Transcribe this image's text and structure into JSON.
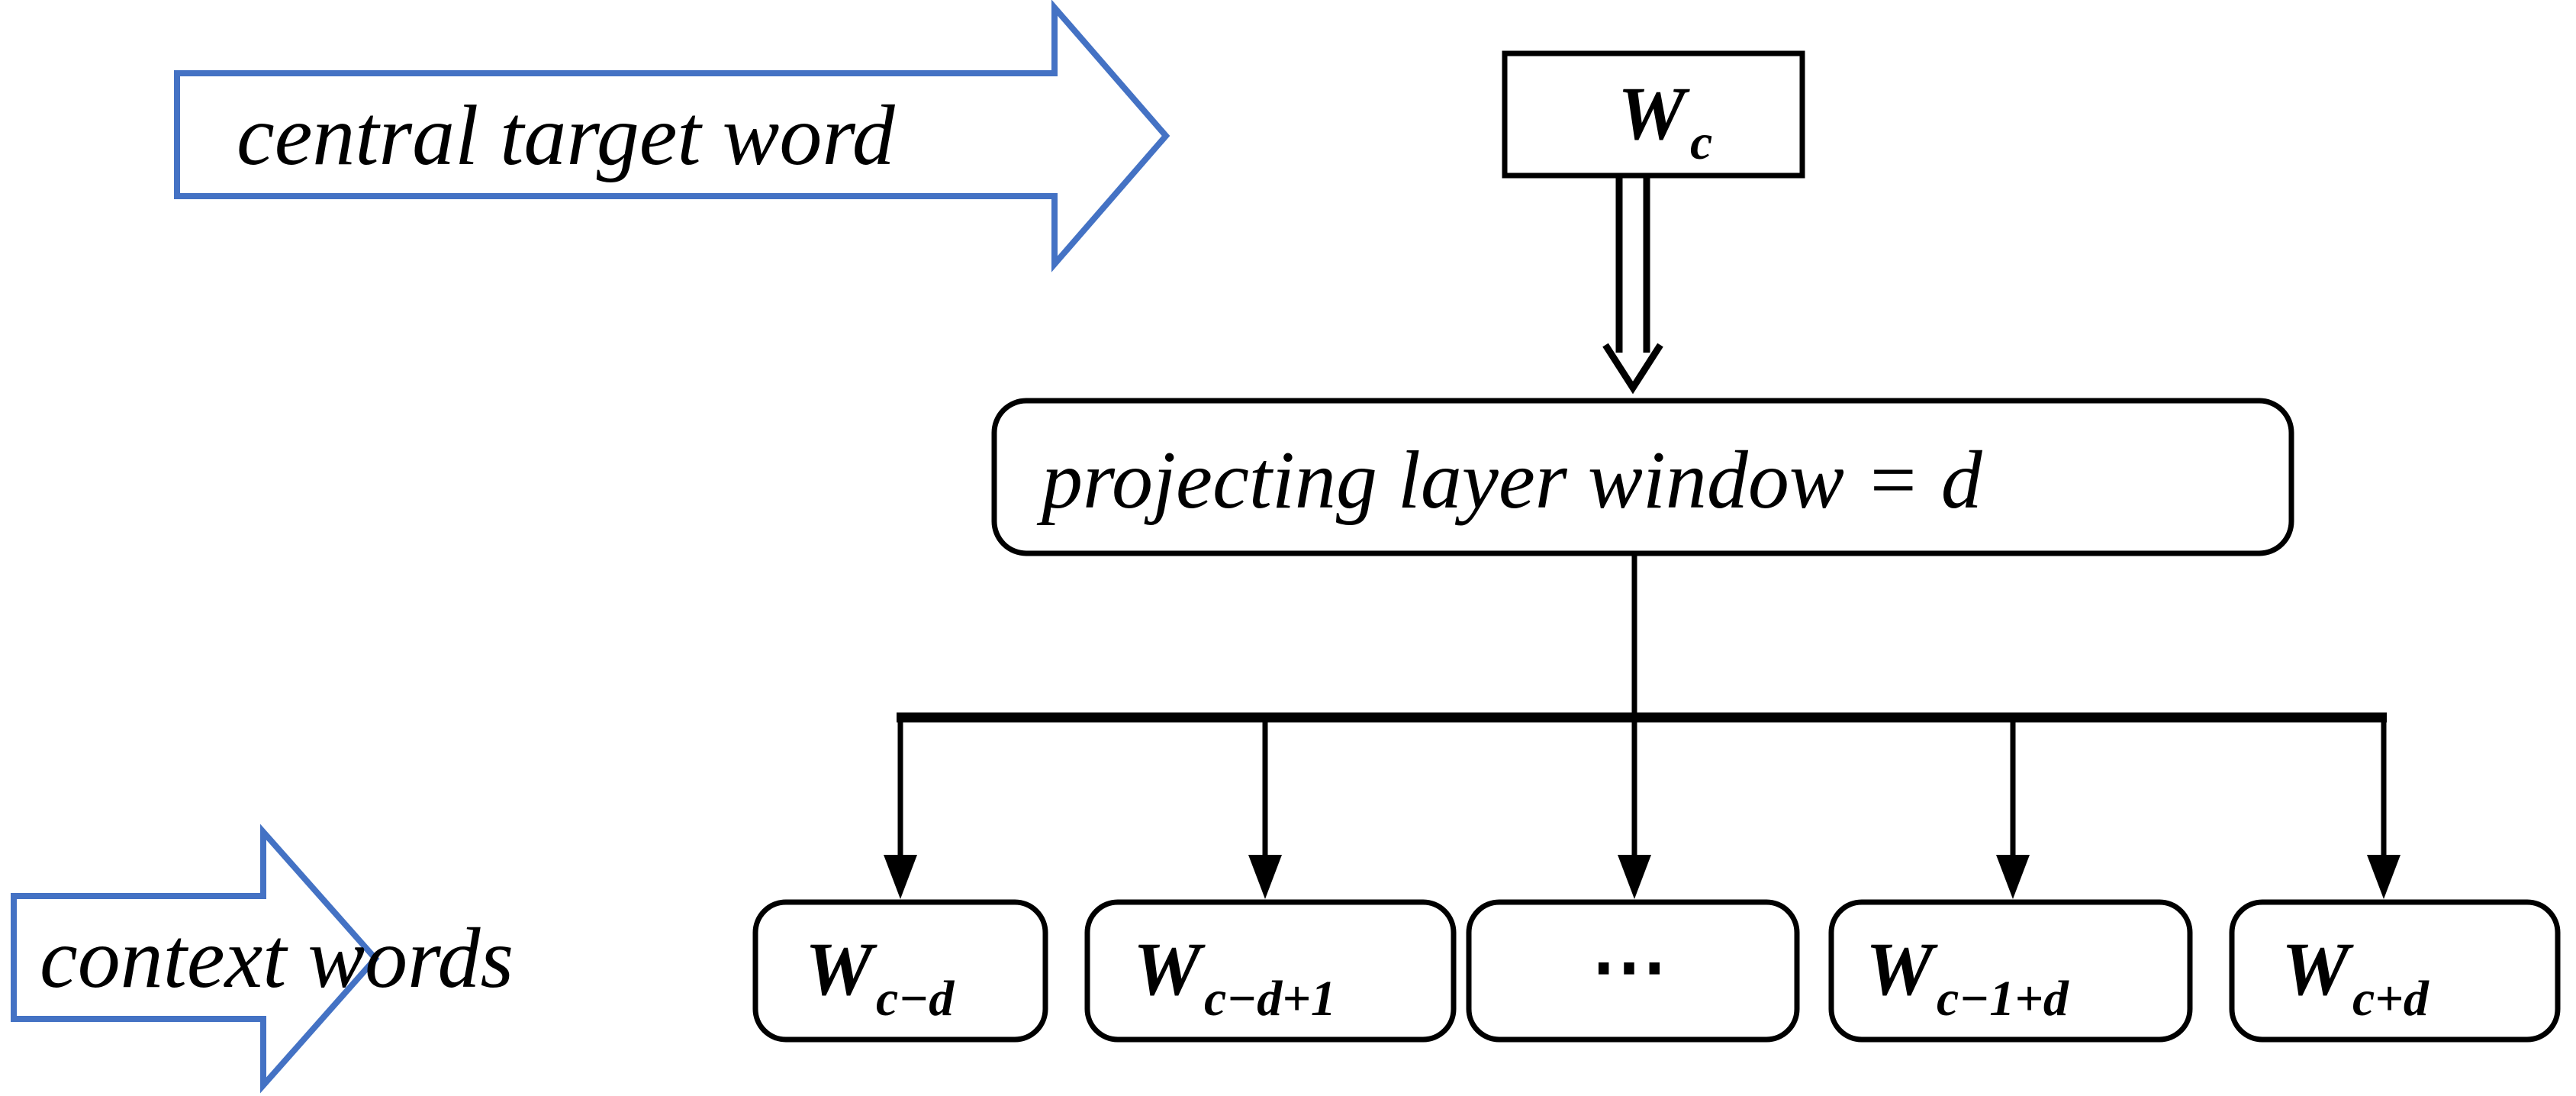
{
  "diagram": {
    "title": "CBOW projecting layer diagram",
    "background_color": "#ffffff",
    "line_color": "#000000",
    "banner_color": "#4472C4"
  },
  "banners": [
    {
      "id": "central-target-word",
      "label": "central target word",
      "color": "#4472C4",
      "direction": "right"
    },
    {
      "id": "context-words",
      "label": "context words",
      "color": "#4472C4",
      "direction": "right"
    }
  ],
  "central_node": {
    "base": "W",
    "subscript": "c",
    "shape": "rectangle"
  },
  "projecting_layer": {
    "label": "projecting layer window = d",
    "shape": "rounded-rectangle"
  },
  "context_nodes": [
    {
      "id": "w-c-minus-d",
      "base": "W",
      "subscript": "c−d",
      "shape": "rounded-rectangle"
    },
    {
      "id": "w-c-minus-d-plus1",
      "base": "W",
      "subscript": "c−d+1",
      "shape": "rounded-rectangle"
    },
    {
      "id": "w-ellipsis",
      "base": "",
      "subscript": "",
      "dots": "⋯",
      "shape": "rounded-rectangle"
    },
    {
      "id": "w-c-minus-1-plus-d",
      "base": "W",
      "subscript": "c−1+d",
      "shape": "rounded-rectangle"
    },
    {
      "id": "w-c-plus-d",
      "base": "W",
      "subscript": "c+d",
      "shape": "rounded-rectangle"
    }
  ],
  "connectors": {
    "central_to_layer": "hollow-down-arrow",
    "layer_to_bus": "plain-line",
    "bus": "horizontal-distribution-bar",
    "bus_to_nodes": "down-arrow"
  }
}
